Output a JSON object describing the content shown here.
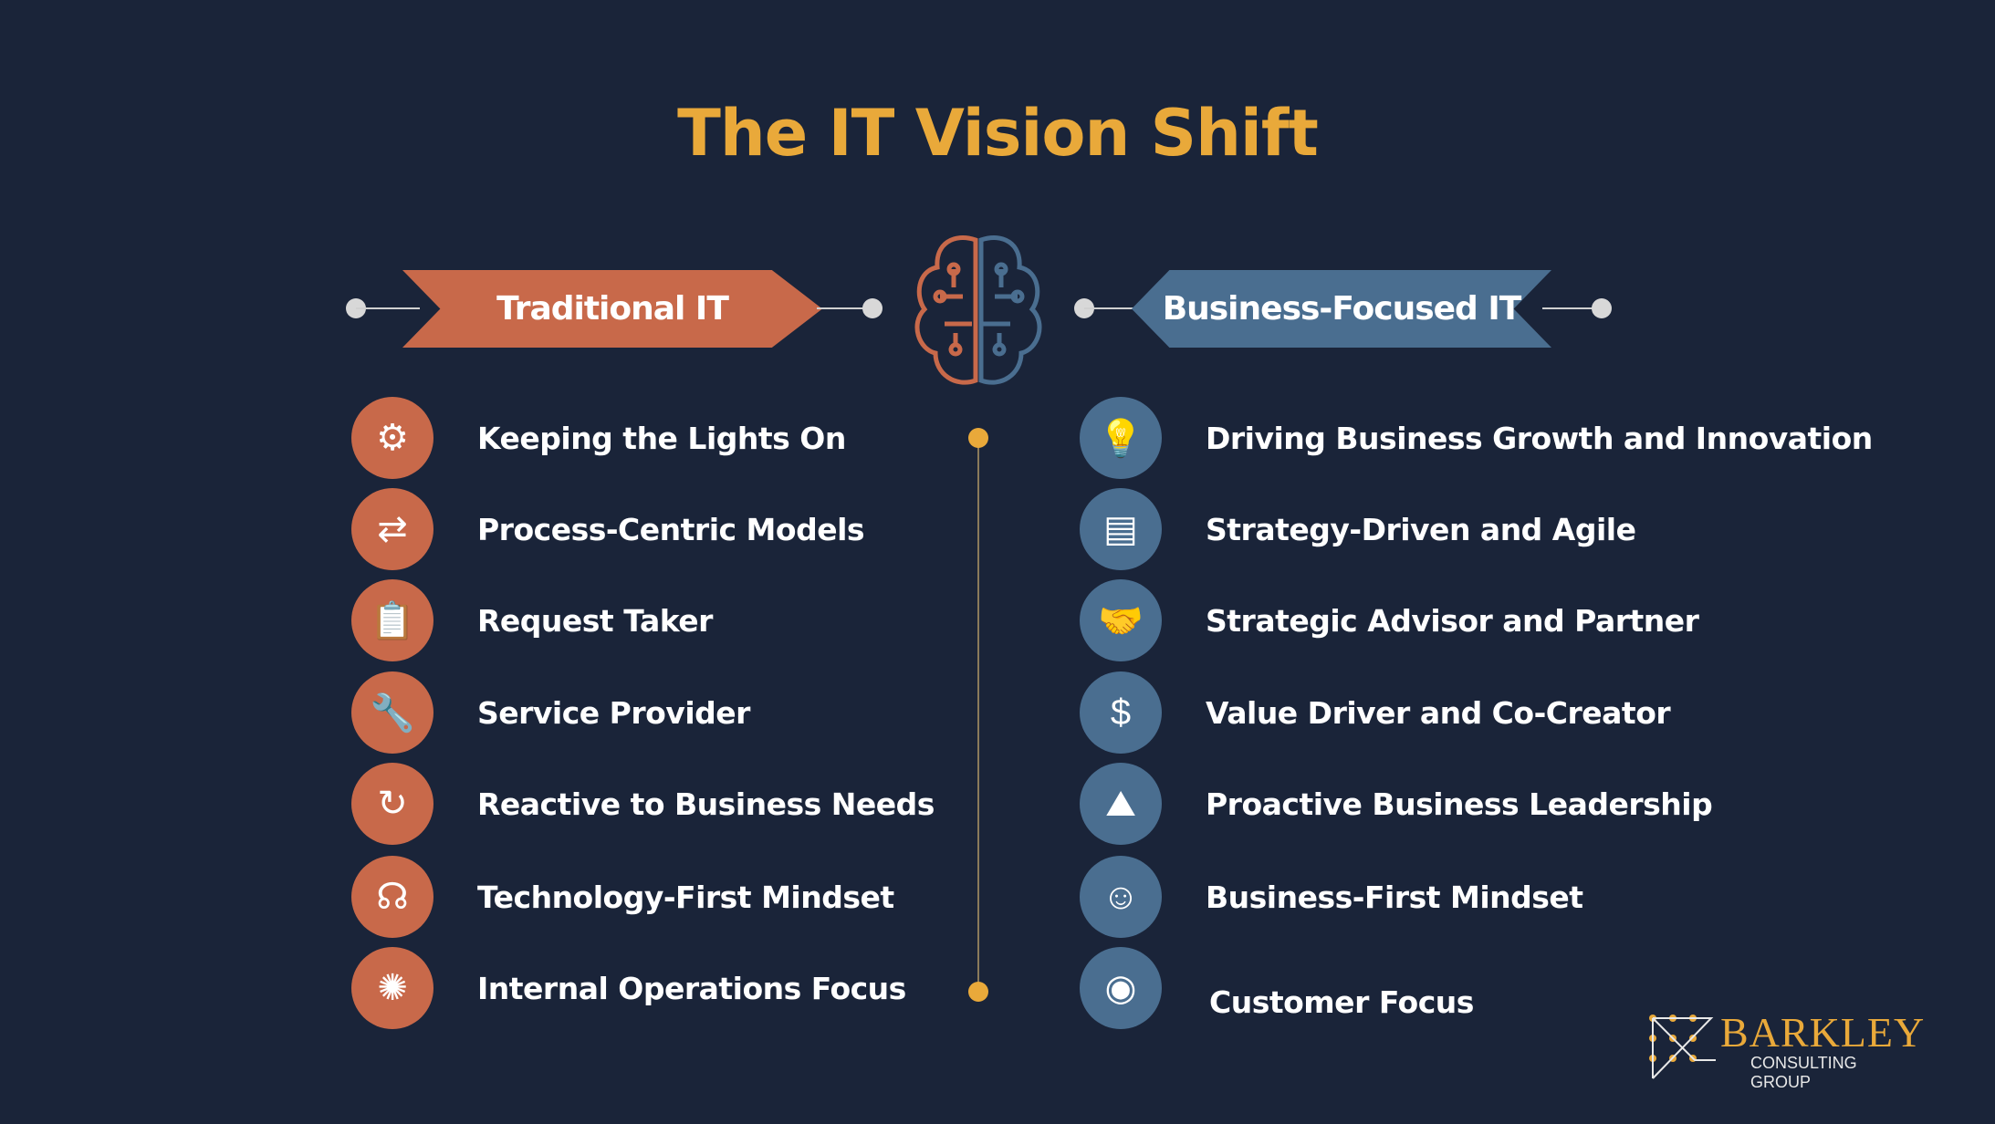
{
  "title": "The IT Vision Shift",
  "left": {
    "heading": "Traditional IT",
    "color": "#c8694a",
    "items": [
      {
        "label": "Keeping the Lights On",
        "icon": "gear-cycle-icon"
      },
      {
        "label": "Process-Centric Models",
        "icon": "process-flow-icon"
      },
      {
        "label": "Request Taker",
        "icon": "clipboard-pen-icon"
      },
      {
        "label": "Service Provider",
        "icon": "wrench-gears-icon"
      },
      {
        "label": "Reactive to Business Needs",
        "icon": "user-refresh-icon"
      },
      {
        "label": "Technology-First Mindset",
        "icon": "head-circuit-icon"
      },
      {
        "label": "Internal Operations Focus",
        "icon": "network-hub-icon"
      }
    ]
  },
  "right": {
    "heading": "Business-Focused IT",
    "color": "#4a6e90",
    "items": [
      {
        "label": "Driving Business Growth and Innovation",
        "icon": "lightbulb-arrows-icon"
      },
      {
        "label": "Strategy-Driven and Agile",
        "icon": "strategy-board-icon"
      },
      {
        "label": "Strategic Advisor and Partner",
        "icon": "handshake-icon"
      },
      {
        "label": "Value Driver and Co-Creator",
        "icon": "money-chart-icon"
      },
      {
        "label": "Proactive Business Leadership",
        "icon": "climbing-leader-icon"
      },
      {
        "label": "Business-First Mindset",
        "icon": "head-chart-icon"
      },
      {
        "label": "Customer Focus",
        "icon": "customer-target-icon"
      }
    ]
  },
  "logo": {
    "name": "BARKLEY",
    "sub": "CONSULTING GROUP"
  },
  "colors": {
    "background": "#1a2439",
    "accent": "#e9a93a"
  }
}
